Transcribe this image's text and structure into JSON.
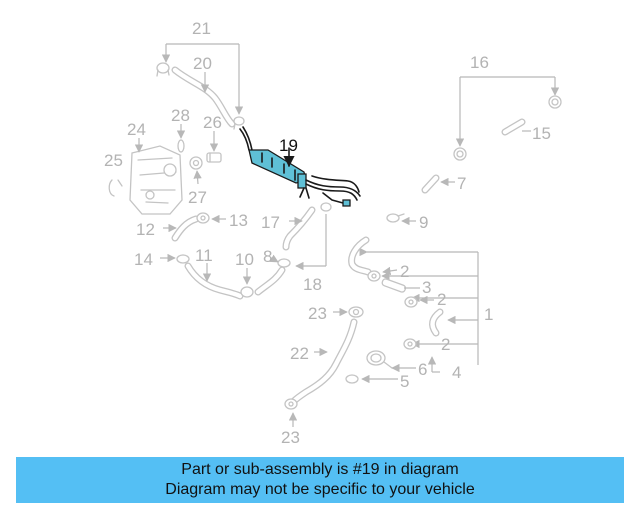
{
  "diagram": {
    "highlighted_part": "19",
    "labels": {
      "l21": "21",
      "l20": "20",
      "l16": "16",
      "l28": "28",
      "l26": "26",
      "l24": "24",
      "l15": "15",
      "l19": "19",
      "l25": "25",
      "l27": "27",
      "l7": "7",
      "l12": "12",
      "l13": "13",
      "l17": "17",
      "l9": "9",
      "l14": "14",
      "l11": "11",
      "l10": "10",
      "l8": "8",
      "l18": "18",
      "l2a": "2",
      "l3": "3",
      "l2b": "2",
      "l1": "1",
      "l23a": "23",
      "l2c": "2",
      "l22": "22",
      "l6": "6",
      "l4": "4",
      "l5": "5",
      "l23b": "23"
    }
  },
  "caption": {
    "line1": "Part or sub-assembly is #19 in diagram",
    "line2": "Diagram may not be specific to your vehicle"
  }
}
